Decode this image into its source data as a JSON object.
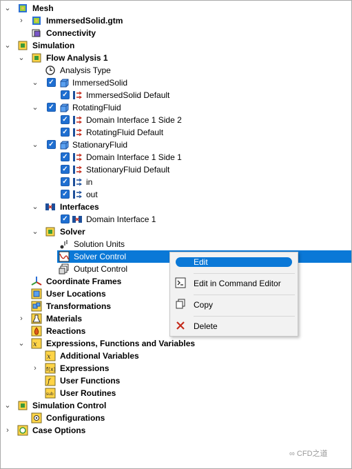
{
  "tree": {
    "mesh": "Mesh",
    "immersed_gtm": "ImmersedSolid.gtm",
    "connectivity": "Connectivity",
    "simulation": "Simulation",
    "flow_analysis": "Flow Analysis 1",
    "analysis_type": "Analysis Type",
    "immersed_solid": "ImmersedSolid",
    "immersed_solid_default": "ImmersedSolid Default",
    "rotating_fluid": "RotatingFluid",
    "domain_iface_side2": "Domain Interface 1 Side 2",
    "rotating_fluid_default": "RotatingFluid Default",
    "stationary_fluid": "StationaryFluid",
    "domain_iface_side1": "Domain Interface 1 Side 1",
    "stationary_fluid_default": "StationaryFluid Default",
    "in": "in",
    "out": "out",
    "interfaces": "Interfaces",
    "domain_iface_1": "Domain Interface 1",
    "solver": "Solver",
    "solution_units": "Solution Units",
    "solver_control": "Solver Control",
    "output_control": "Output Control",
    "coordinate_frames": "Coordinate Frames",
    "user_locations": "User Locations",
    "transformations": "Transformations",
    "materials": "Materials",
    "reactions": "Reactions",
    "expressions_fv": "Expressions, Functions and Variables",
    "additional_variables": "Additional Variables",
    "expressions": "Expressions",
    "user_functions": "User Functions",
    "user_routines": "User Routines",
    "simulation_control": "Simulation Control",
    "configurations": "Configurations",
    "case_options": "Case Options"
  },
  "context_menu": {
    "edit": "Edit",
    "edit_cmd": "Edit in Command Editor",
    "copy": "Copy",
    "delete": "Delete"
  },
  "watermark": "CFD之道",
  "colors": {
    "selection": "#0a78d7",
    "checkbox": "#1f6fd1",
    "delete_icon": "#c42b1c"
  }
}
